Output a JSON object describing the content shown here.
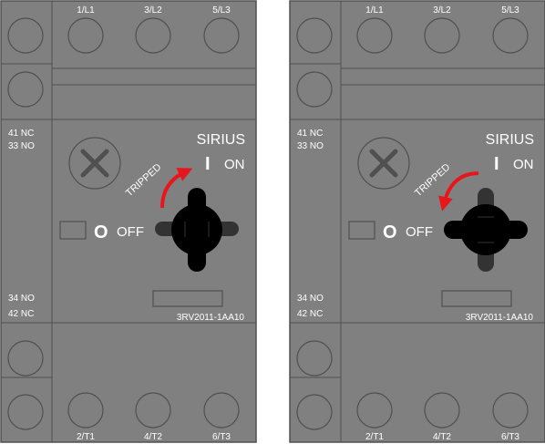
{
  "panels": [
    {
      "id": "left",
      "state": "tripped-to-on",
      "top_terminals": [
        "1/L1",
        "3/L2",
        "5/L3"
      ],
      "bottom_terminals": [
        "2/T1",
        "4/T2",
        "6/T3"
      ],
      "aux_top": [
        "41 NC",
        "33 NO"
      ],
      "aux_bottom": [
        "34 NO",
        "42 NC"
      ],
      "brand": "SIRIUS",
      "on_symbol": "I",
      "on_label": "ON",
      "off_symbol": "O",
      "off_label": "OFF",
      "tripped_label": "TRIPPED",
      "model": "3RV2011-1AA10",
      "handle_orientation": "vertical",
      "arrow_direction": "clockwise-toward-on",
      "arrow_color": "#e8151b"
    },
    {
      "id": "right",
      "state": "tripped-to-off",
      "top_terminals": [
        "1/L1",
        "3/L2",
        "5/L3"
      ],
      "bottom_terminals": [
        "2/T1",
        "4/T2",
        "6/T3"
      ],
      "aux_top": [
        "41 NC",
        "33 NO"
      ],
      "aux_bottom": [
        "34 NO",
        "42 NC"
      ],
      "brand": "SIRIUS",
      "on_symbol": "I",
      "on_label": "ON",
      "off_symbol": "O",
      "off_label": "OFF",
      "tripped_label": "TRIPPED",
      "model": "3RV2011-1AA10",
      "handle_orientation": "horizontal",
      "arrow_direction": "counterclockwise-toward-off",
      "arrow_color": "#e8151b"
    }
  ],
  "colors": {
    "body": "#808080",
    "line": "#505050",
    "handle": "#000000",
    "handle_shadow": "#333333",
    "text": "#ffffff"
  }
}
